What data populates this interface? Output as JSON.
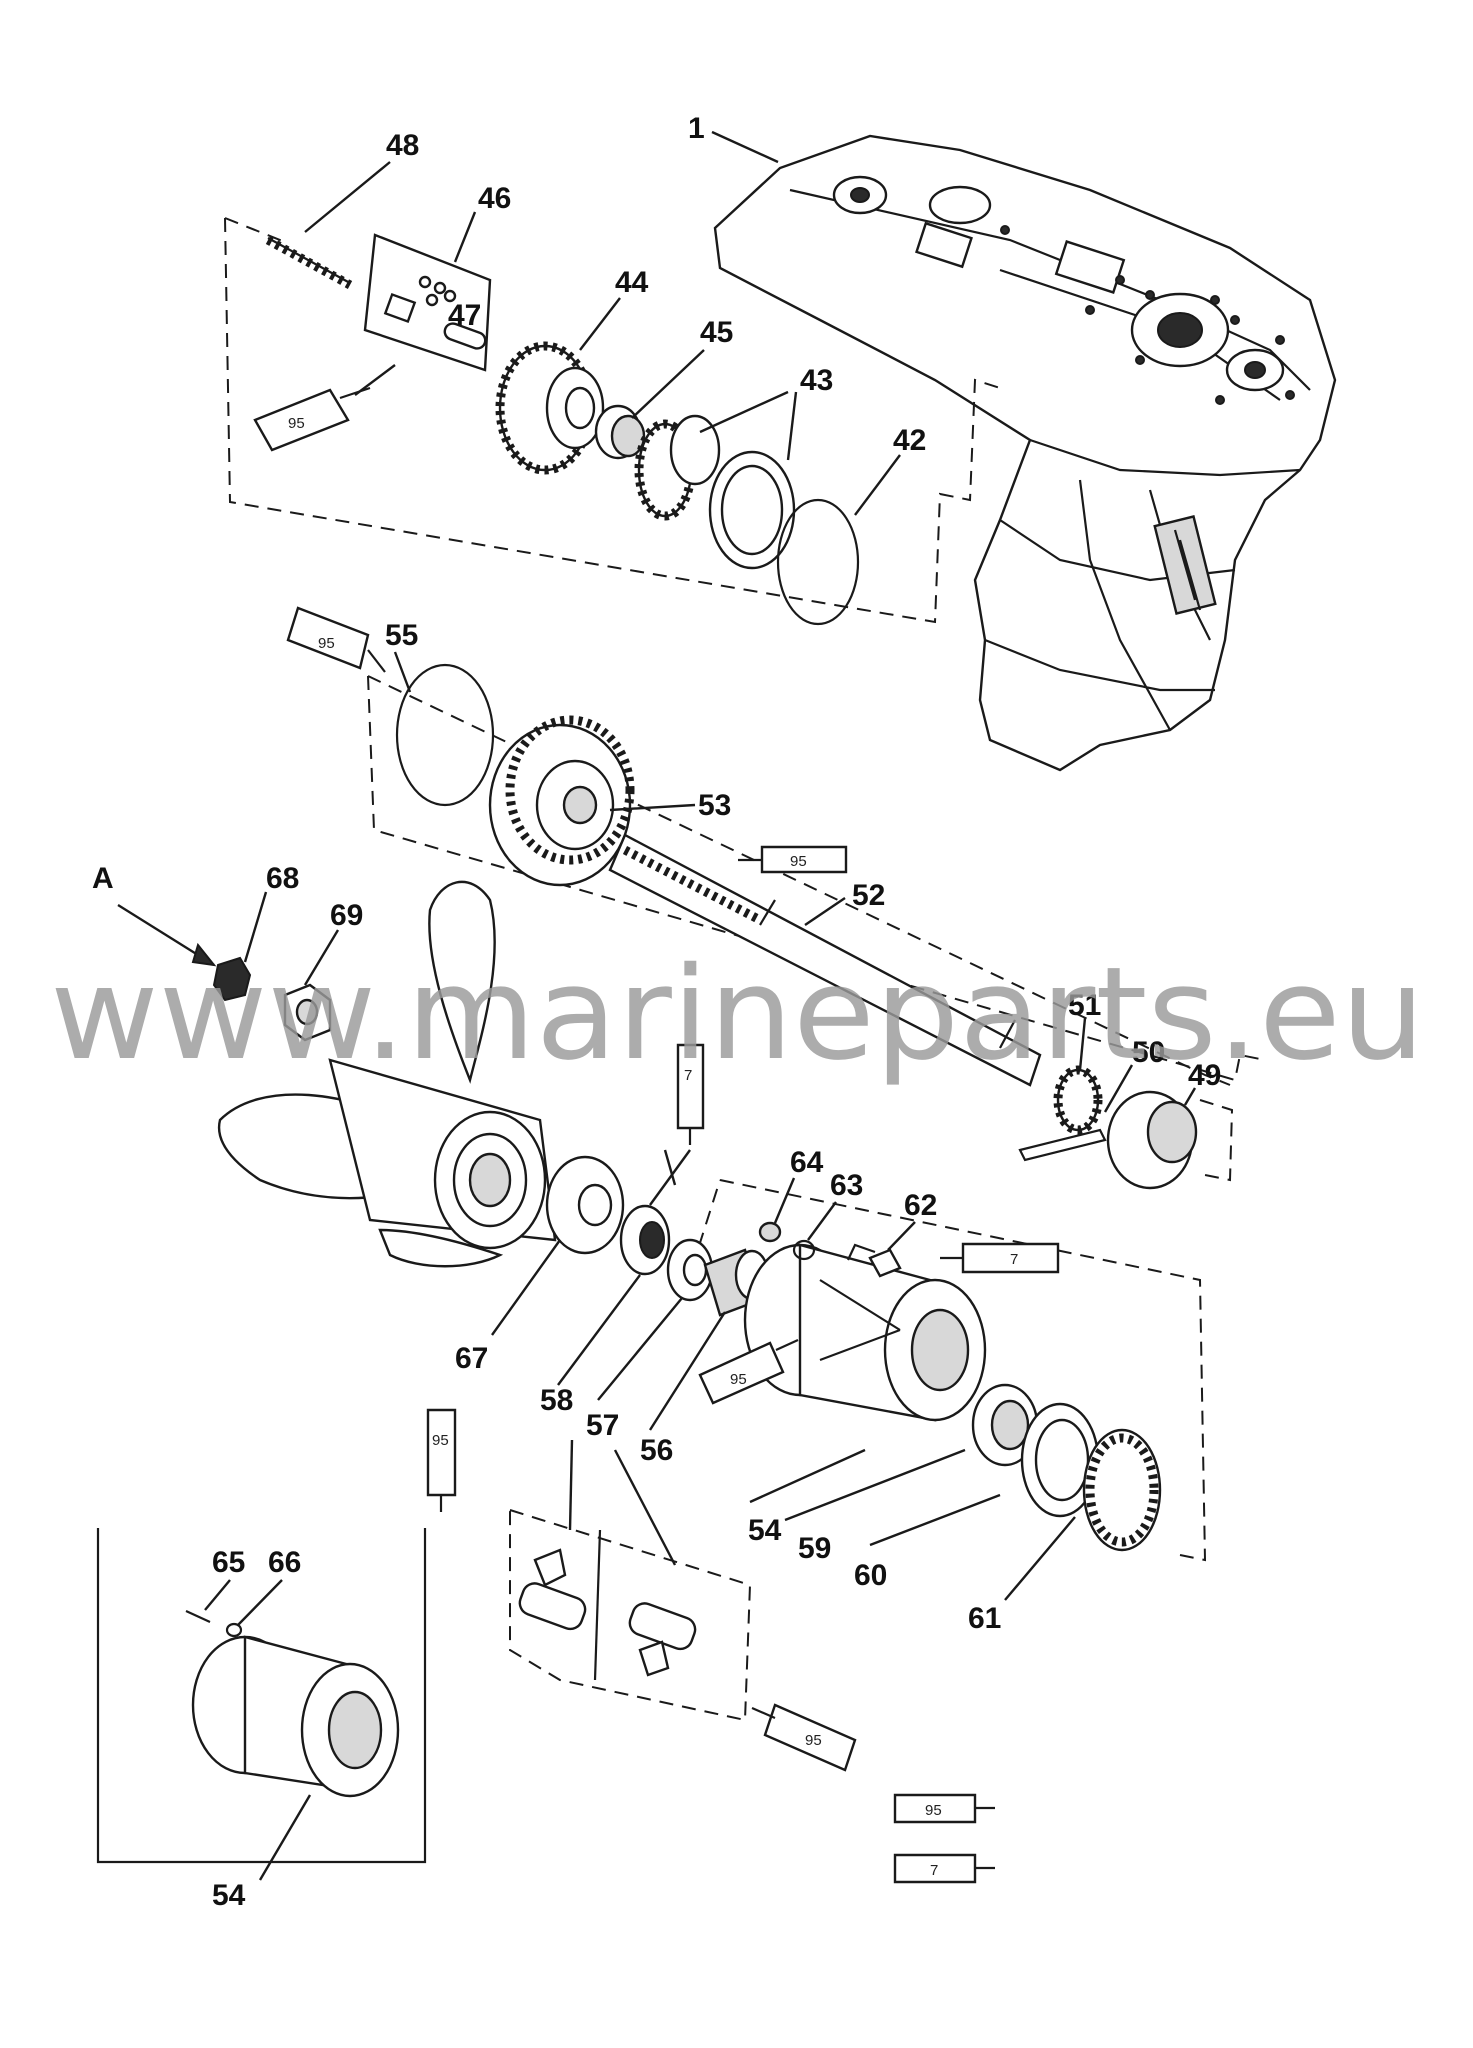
{
  "diagram": {
    "watermark": "www.marineparts.eu",
    "view_marker": "A",
    "callouts": {
      "p1": "1",
      "p42": "42",
      "p43": "43",
      "p44": "44",
      "p45": "45",
      "p46": "46",
      "p47": "47",
      "p48": "48",
      "p49": "49",
      "p50": "50",
      "p51": "51",
      "p52": "52",
      "p53": "53",
      "p54": "54",
      "p54b": "54",
      "p55": "55",
      "p56": "56",
      "p57": "57",
      "p58": "58",
      "p59": "59",
      "p60": "60",
      "p61": "61",
      "p62": "62",
      "p63": "63",
      "p64": "64",
      "p65": "65",
      "p66": "66",
      "p67": "67",
      "p68": "68",
      "p69": "69"
    },
    "lubricant_tubes": {
      "t1": "95",
      "t2": "95",
      "t3": "95",
      "t4": "7",
      "t5": "7",
      "t6": "95",
      "t7": "95",
      "t8": "95",
      "t9": "95",
      "t10": "7"
    }
  }
}
